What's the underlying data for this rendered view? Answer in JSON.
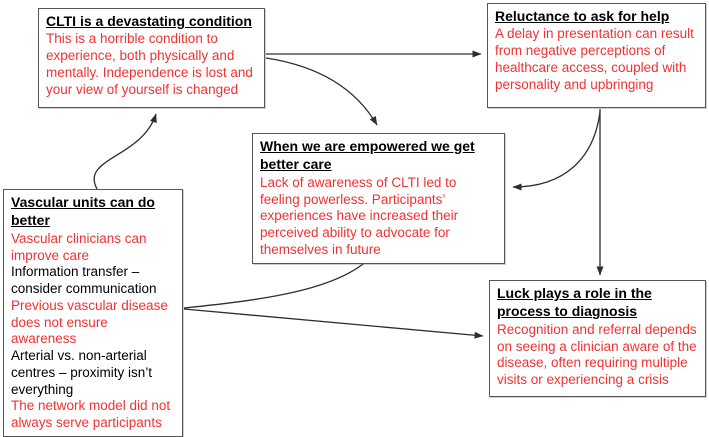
{
  "colors": {
    "red_text": "#f03232",
    "black_text": "#000000",
    "box_border": "#565656",
    "arrow": "#2e2e2e",
    "background": "#ffffff"
  },
  "boxes": {
    "clti": {
      "title": "CLTI is a devastating condition",
      "body": [
        {
          "text": "This is a horrible condition to experience, both physically and mentally. Independence is lost and your view of yourself is changed",
          "color": "red"
        }
      ]
    },
    "reluctance": {
      "title": "Reluctance to ask for help",
      "body": [
        {
          "text": "A delay in presentation can result from negative perceptions of healthcare access, coupled with personality and upbringing",
          "color": "red"
        }
      ]
    },
    "empowered": {
      "title": "When we are empowered we get better care",
      "body": [
        {
          "text": "Lack of awareness of CLTI led to feeling powerless. Participants’ experiences have increased their perceived ability to advocate for themselves in future",
          "color": "red"
        }
      ]
    },
    "vascular": {
      "title": "Vascular units can do better",
      "body": [
        {
          "text": "Vascular clinicians can improve care",
          "color": "red"
        },
        {
          "text": "Information transfer – consider communication",
          "color": "black"
        },
        {
          "text": "Previous vascular disease does not ensure awareness",
          "color": "red"
        },
        {
          "text": "Arterial vs. non-arterial centres – proximity isn’t everything",
          "color": "black"
        },
        {
          "text": "The network model did not always serve participants",
          "color": "red"
        }
      ]
    },
    "luck": {
      "title": "Luck plays a role in the process to diagnosis",
      "body": [
        {
          "text": "Recognition and referral depends on seeing a clinician aware of the disease, often requiring multiple visits or experiencing a crisis",
          "color": "red"
        }
      ]
    }
  },
  "arrows": [
    {
      "from": "clti",
      "to": "reluctance"
    },
    {
      "from": "clti",
      "to": "empowered"
    },
    {
      "from": "vascular",
      "to": "clti"
    },
    {
      "from": "reluctance",
      "to": "empowered"
    },
    {
      "from": "reluctance",
      "to": "luck"
    },
    {
      "from": "vascular",
      "to": "empowered"
    },
    {
      "from": "vascular",
      "to": "luck"
    }
  ]
}
